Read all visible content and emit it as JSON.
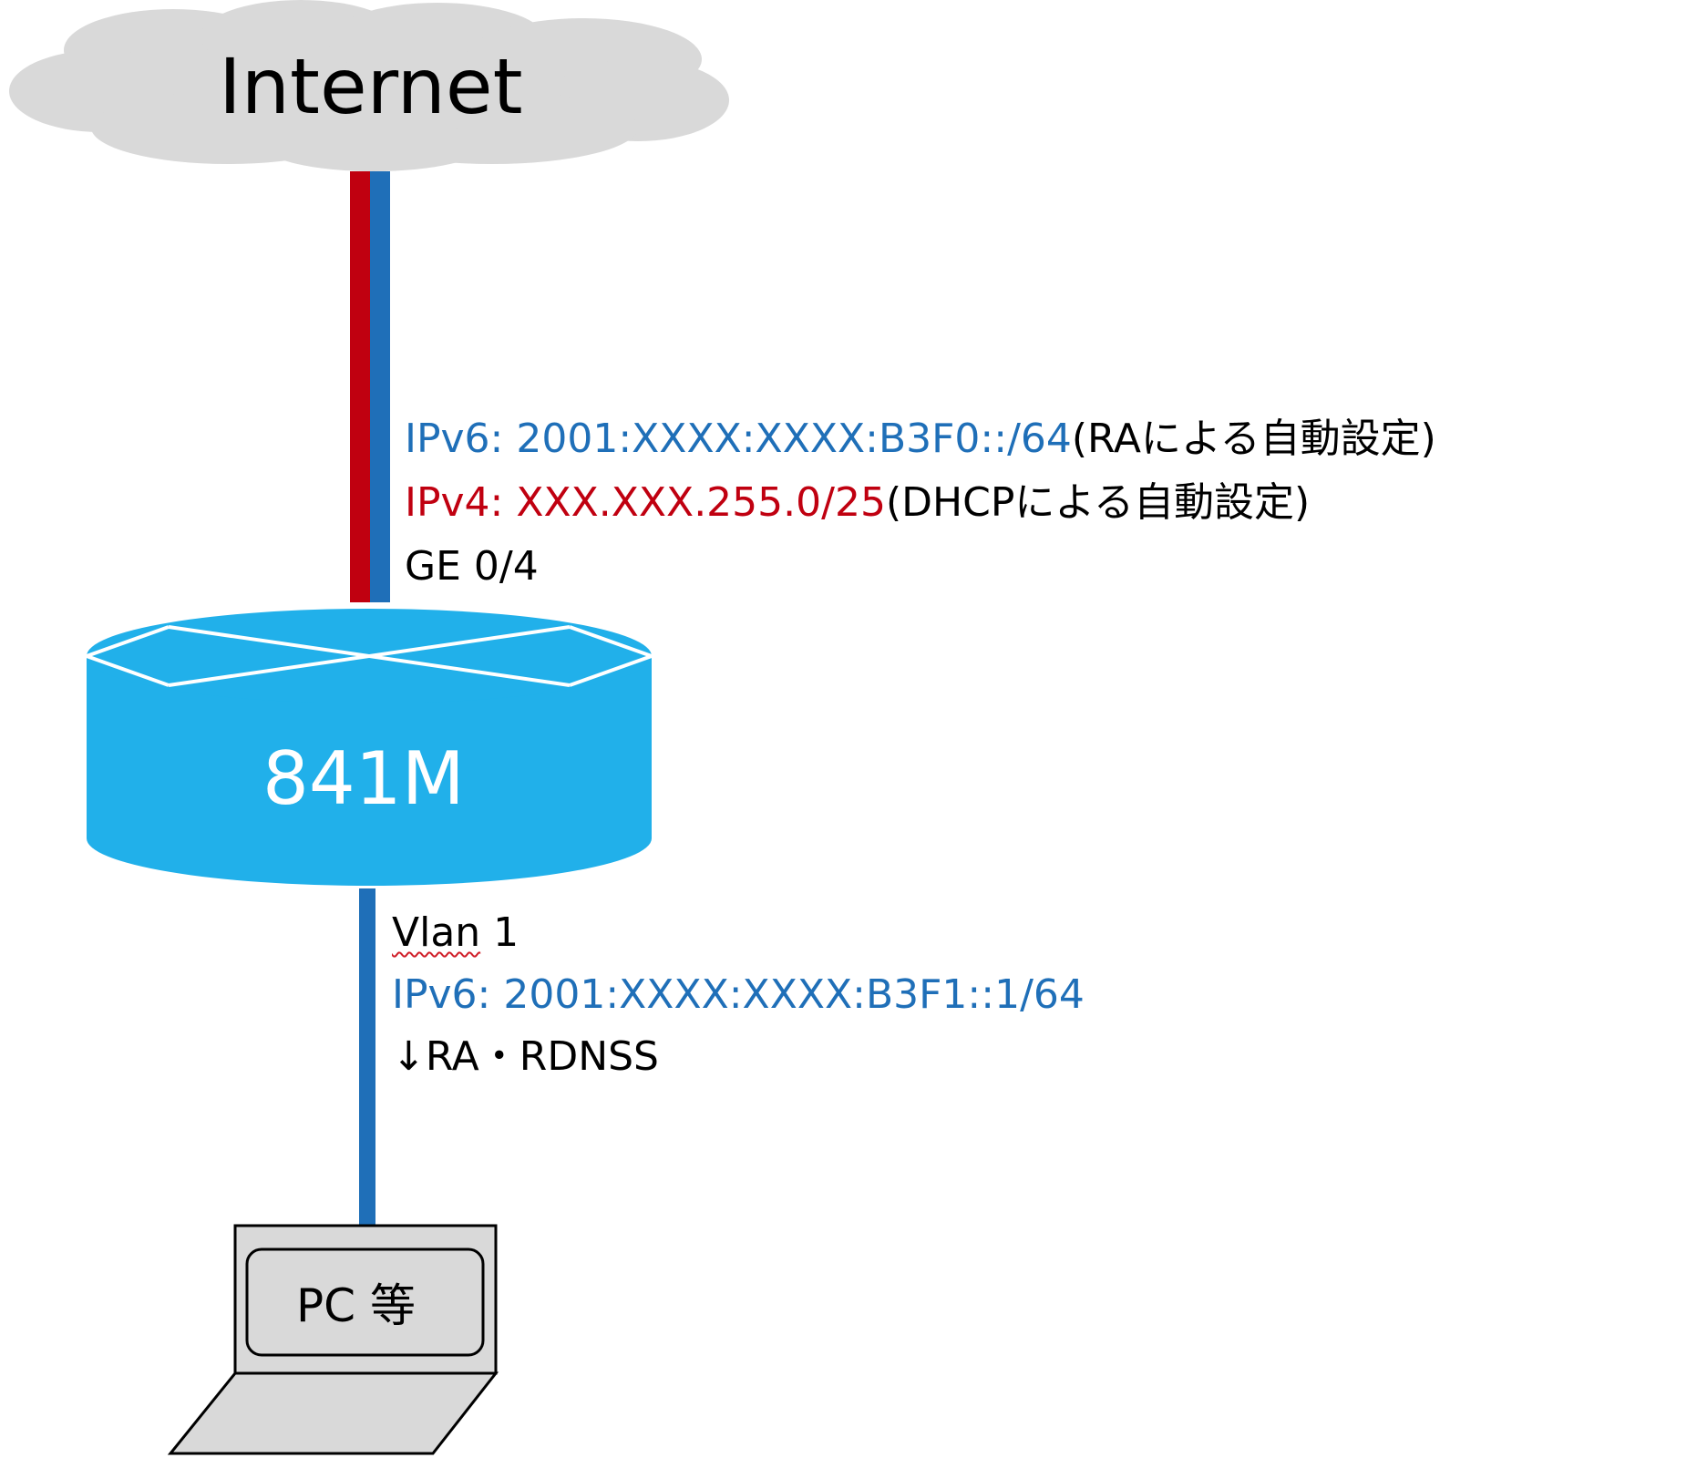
{
  "cloud": {
    "label": "Internet"
  },
  "router": {
    "label": "841M"
  },
  "wan": {
    "ipv6_prefix": "IPv6: 2001:XXXX:XXXX:B3F0::/64",
    "ipv6_suffix": "(RAによる自動設定)",
    "ipv4_prefix": "IPv4: XXX.XXX.255.0/25",
    "ipv4_suffix": "(DHCPによる自動設定)",
    "interface": "GE 0/4"
  },
  "lan": {
    "interface_word": "Vlan",
    "interface_num": " 1",
    "ipv6": "IPv6: 2001:XXXX:XXXX:B3F1::1/64",
    "services": "↓RA・RDNSS"
  },
  "pc": {
    "label": "PC 等"
  },
  "colors": {
    "ipv4_link": "#c00010",
    "ipv6_link": "#1f6fb8",
    "router_fill": "#21b0ea",
    "cloud_fill": "#d9d9d9",
    "laptop_fill": "#d9d9d9"
  }
}
